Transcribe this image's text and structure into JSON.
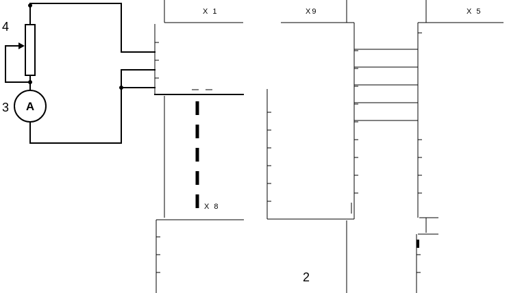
{
  "labels": {
    "connector_x1": "X 1",
    "connector_x9": "X9",
    "connector_x5": "X 5",
    "connector_x8": "X 8",
    "rheostat_number": "4",
    "ammeter_number": "3",
    "ammeter_symbol": "A",
    "item_number": "2"
  }
}
